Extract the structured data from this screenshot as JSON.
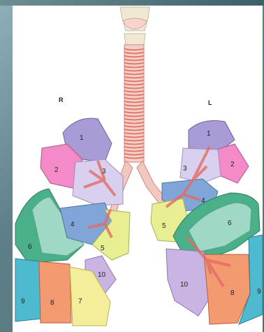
{
  "side_labels": {
    "right": "R",
    "left": "L"
  },
  "segments": {
    "right": [
      "1",
      "2",
      "3",
      "4",
      "5",
      "6",
      "10",
      "9",
      "8",
      "7"
    ],
    "left": [
      "1",
      "2",
      "3",
      "4",
      "5",
      "6",
      "10",
      "8",
      "9"
    ]
  },
  "colors": {
    "apical": "#a89bd6",
    "posterior": "#f48ac8",
    "anterior": "#d9d0ef",
    "lateral_middle": "#7fa6d6",
    "medial_middle": "#e8ef92",
    "superior_lower": "#49b08a",
    "medial_basal": "#c9b4e3",
    "anterior_basal": "#f4ee9a",
    "lateral_basal": "#f49a70",
    "posterior_basal": "#4dbad0",
    "airway": "#f3c7bf",
    "cartilage": "#f0e8d2"
  }
}
